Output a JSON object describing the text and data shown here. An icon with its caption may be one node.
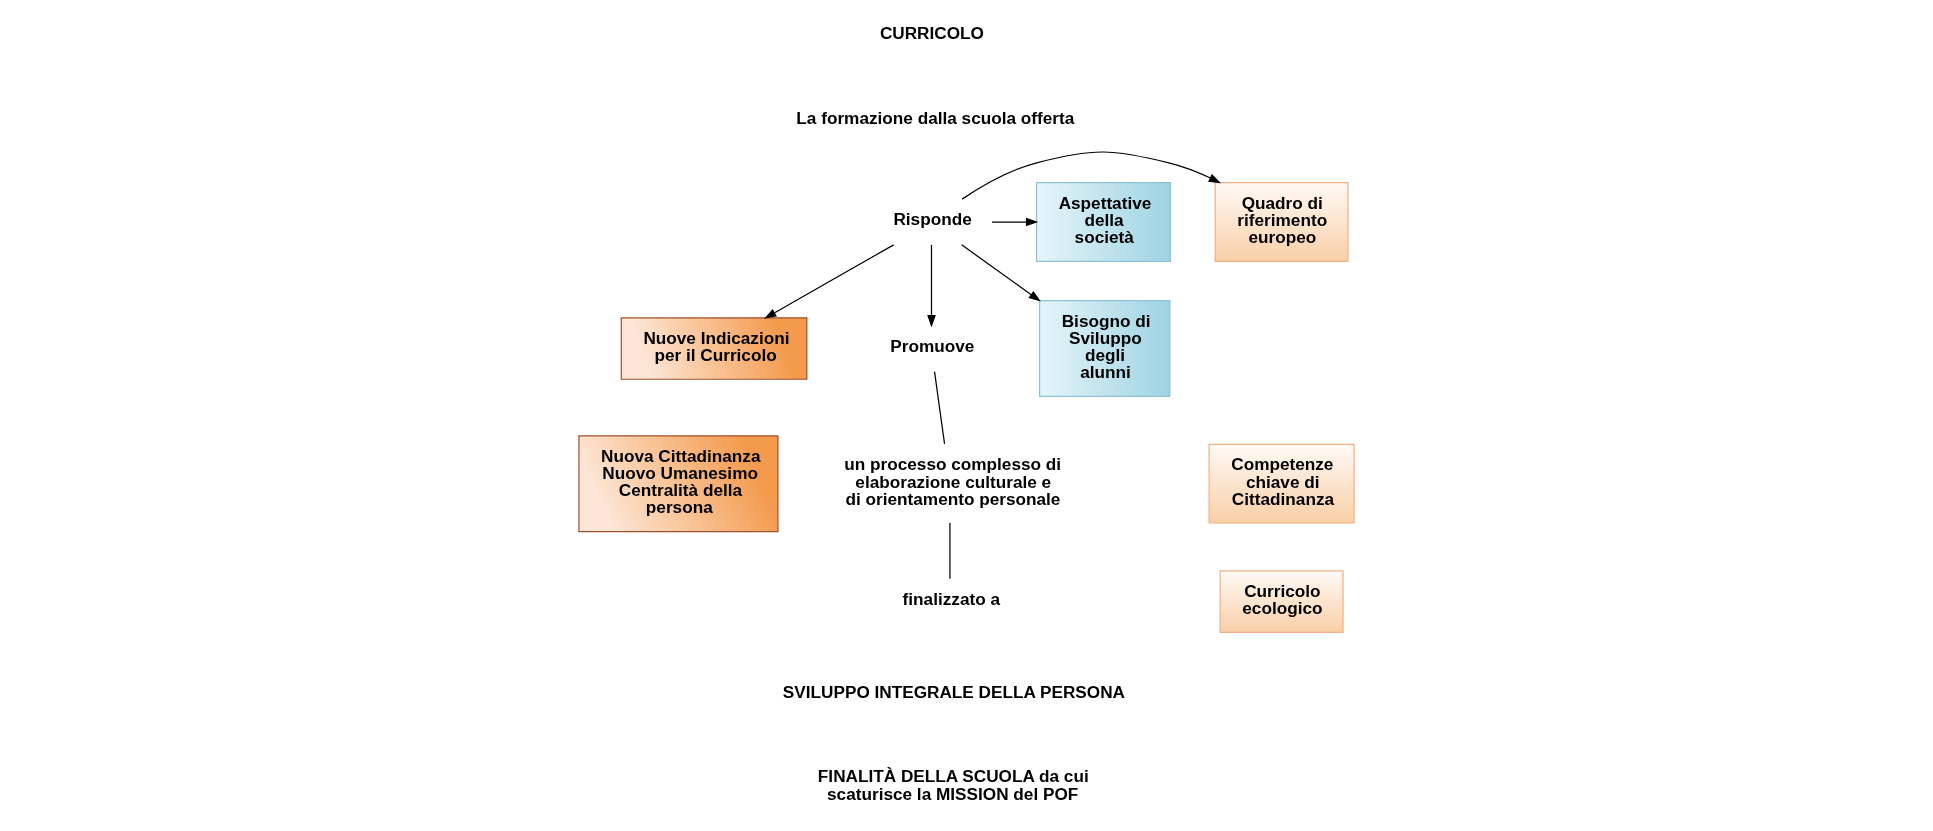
{
  "diagram": {
    "nodes": [
      {
        "text": [
          "Aspettative della società"
        ]
      },
      {
        "text": [
          "Bisogno di Sviluppo degli alunni"
        ]
      },
      {
        "text": [
          "Risponde"
        ]
      },
      {
        "text": [
          "Promuove"
        ]
      },
      {
        "text": [
          "un processo complesso di elaborazione culturale e di orientamento personale"
        ]
      },
      {
        "text": [
          "finalizzato a"
        ]
      },
      {
        "text": [
          "Quadro di riferimento europeo"
        ]
      },
      {
        "text": [
          "Competenze chiave di Cittadinanza"
        ]
      },
      {
        "text": [
          "Curricolo ecologico"
        ]
      },
      {
        "text": [
          "Nuove Indicazioni per il Curricolo"
        ]
      },
      {
        "text": [
          "Nuova Cittadinanza Nuovo Umanesimo Centralità della persona"
        ]
      }
    ],
    "edges": [
      {
        "from": 2,
        "to": 0,
        "arrow": "to"
      },
      {
        "from": 2,
        "to": 1,
        "arrow": "to"
      },
      {
        "from": 2,
        "to": 6,
        "arrow": "to"
      },
      {
        "from": 2,
        "to": 9,
        "arrow": "to"
      },
      {
        "from": 2,
        "to": 3,
        "arrow": "to"
      },
      {
        "from": 3,
        "to": 4,
        "arrow": "none"
      },
      {
        "from": 4,
        "to": 5,
        "arrow": "none"
      }
    ],
    "labels": [
      "CURRICOLO",
      "La formazione dalla scuola offerta",
      "SVILUPPO INTEGRALE DELLA PERSONA",
      "FINALITÀ DELLA SCUOLA da cui scaturisce la MISSION del POF"
    ]
  }
}
